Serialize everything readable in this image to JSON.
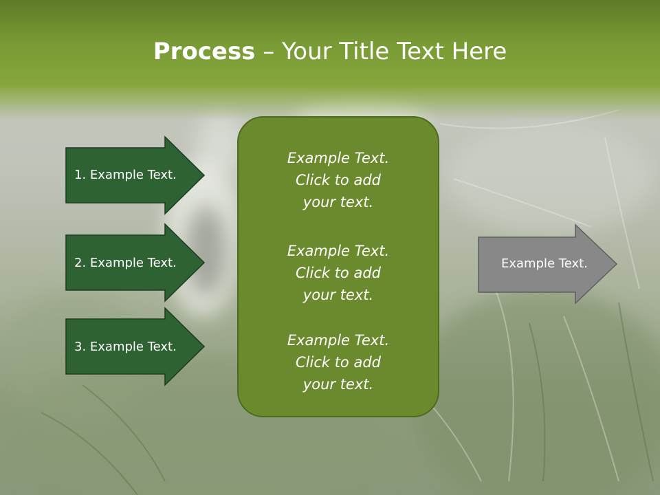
{
  "title": {
    "bold": "Process",
    "rest": " – Your Title Text Here"
  },
  "left_steps": [
    {
      "label": "1. Example Text."
    },
    {
      "label": "2. Example Text."
    },
    {
      "label": "3. Example Text."
    }
  ],
  "center_blocks": [
    {
      "line1": "Example Text.",
      "line2": "Click  to add",
      "line3": "your text."
    },
    {
      "line1": "Example Text.",
      "line2": "Click  to add",
      "line3": "your text."
    },
    {
      "line1": "Example Text.",
      "line2": "Click  to add",
      "line3": "your text."
    }
  ],
  "output_arrow": {
    "label": "Example Text."
  },
  "colors": {
    "header_green": "#789a34",
    "step_arrow_fill": "#2e6233",
    "center_box_fill": "#6b8a2d",
    "output_arrow_fill": "#888888"
  }
}
